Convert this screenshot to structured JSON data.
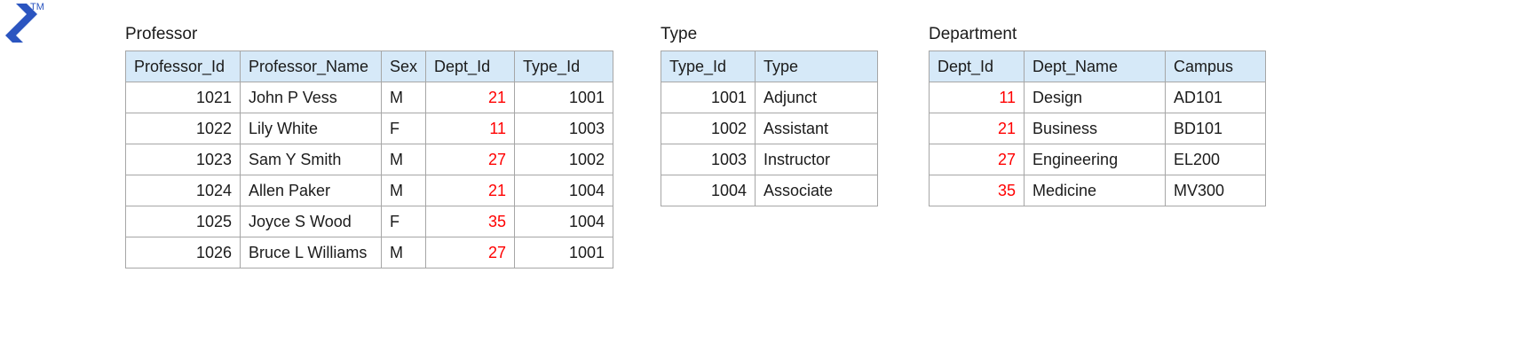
{
  "logo": {
    "icon": "z-logo-icon",
    "trademark": "TM",
    "color": "#2b55c0"
  },
  "style": {
    "header_fill": "#d6e9f8",
    "border": "#a6a6a6",
    "key_color": "#ff0000",
    "text_color": "#1b1b1b"
  },
  "tables": [
    {
      "caption": "Professor",
      "columns": [
        "Professor_Id",
        "Professor_Name",
        "Sex",
        "Dept_Id",
        "Type_Id"
      ],
      "rows": [
        {
          "professor_id": "1021",
          "professor_name": "John P Vess",
          "sex": "M",
          "dept_id": "21",
          "type_id": "1001"
        },
        {
          "professor_id": "1022",
          "professor_name": "Lily White",
          "sex": "F",
          "dept_id": "11",
          "type_id": "1003"
        },
        {
          "professor_id": "1023",
          "professor_name": "Sam Y Smith",
          "sex": "M",
          "dept_id": "27",
          "type_id": "1002"
        },
        {
          "professor_id": "1024",
          "professor_name": "Allen Paker",
          "sex": "M",
          "dept_id": "21",
          "type_id": "1004"
        },
        {
          "professor_id": "1025",
          "professor_name": "Joyce S Wood",
          "sex": "F",
          "dept_id": "35",
          "type_id": "1004"
        },
        {
          "professor_id": "1026",
          "professor_name": "Bruce L Williams",
          "sex": "M",
          "dept_id": "27",
          "type_id": "1001"
        }
      ]
    },
    {
      "caption": "Type",
      "columns": [
        "Type_Id",
        "Type"
      ],
      "rows": [
        {
          "type_id": "1001",
          "type": "Adjunct"
        },
        {
          "type_id": "1002",
          "type": "Assistant"
        },
        {
          "type_id": "1003",
          "type": "Instructor"
        },
        {
          "type_id": "1004",
          "type": "Associate"
        }
      ]
    },
    {
      "caption": "Department",
      "columns": [
        "Dept_Id",
        "Dept_Name",
        "Campus"
      ],
      "rows": [
        {
          "dept_id": "11",
          "dept_name": "Design",
          "campus": "AD101"
        },
        {
          "dept_id": "21",
          "dept_name": "Business",
          "campus": "BD101"
        },
        {
          "dept_id": "27",
          "dept_name": "Engineering",
          "campus": "EL200"
        },
        {
          "dept_id": "35",
          "dept_name": "Medicine",
          "campus": "MV300"
        }
      ]
    }
  ]
}
